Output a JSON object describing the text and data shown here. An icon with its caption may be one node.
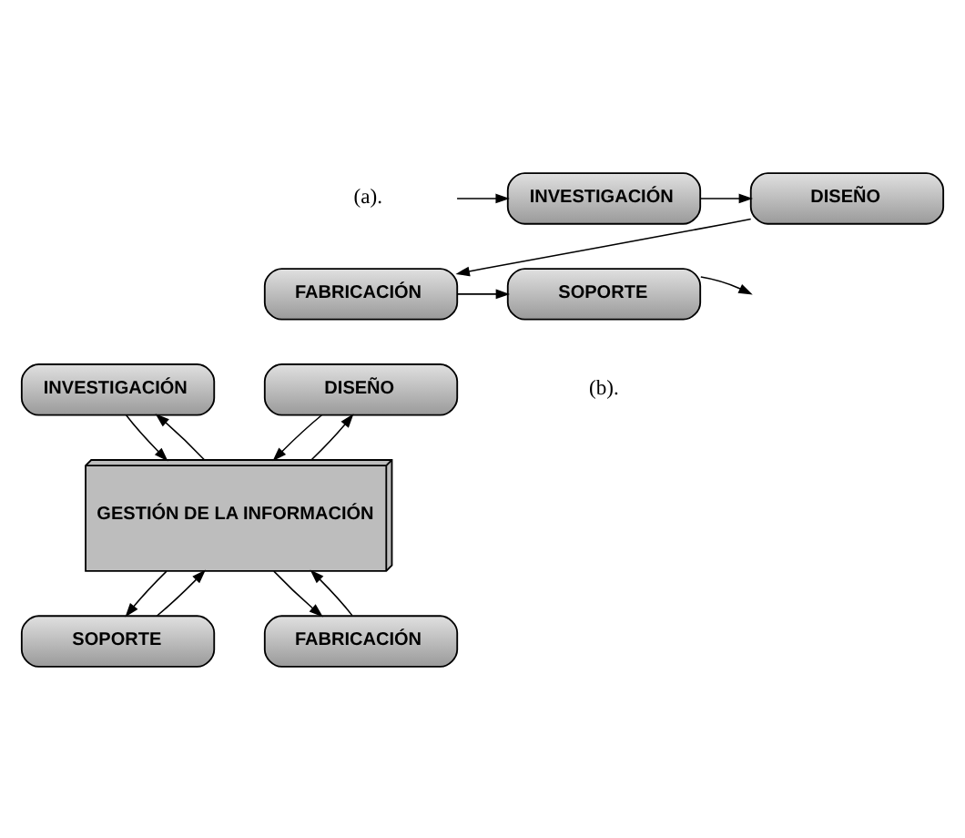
{
  "diagram": {
    "nodes": [
      {
        "text": [
          "INVESTIGACIÓN"
        ]
      },
      {
        "text": [
          "DISEÑO"
        ]
      },
      {
        "text": [
          "SOPORTE"
        ]
      },
      {
        "text": [
          "FABRICACIÓN"
        ]
      },
      {
        "text": [
          "INVESTIGACIÓN"
        ]
      },
      {
        "text": [
          "DISEÑO"
        ]
      },
      {
        "text": [
          "GESTIÓN DE LA INFORMACIÓN"
        ]
      },
      {
        "text": [
          "SOPORTE"
        ]
      },
      {
        "text": [
          "FABRICACIÓN"
        ]
      }
    ],
    "edges": [
      {
        "from": null,
        "to": 0,
        "arrow": "to"
      },
      {
        "from": 0,
        "to": 1,
        "arrow": "to"
      },
      {
        "from": 1,
        "to": 3,
        "arrow": "to"
      },
      {
        "from": 3,
        "to": 2,
        "arrow": "to"
      },
      {
        "from": 2,
        "to": null,
        "arrow": "to"
      },
      {
        "from": 4,
        "to": 6,
        "arrow": "to"
      },
      {
        "from": 6,
        "to": 4,
        "arrow": "to"
      },
      {
        "from": 6,
        "to": 5,
        "arrow": "to"
      },
      {
        "from": 5,
        "to": 6,
        "arrow": "to"
      },
      {
        "from": 7,
        "to": 6,
        "arrow": "to"
      },
      {
        "from": 6,
        "to": 7,
        "arrow": "to"
      },
      {
        "from": 6,
        "to": 8,
        "arrow": "to"
      },
      {
        "from": 8,
        "to": 6,
        "arrow": "to"
      }
    ],
    "labels": [
      "(a).",
      "(b)."
    ]
  }
}
